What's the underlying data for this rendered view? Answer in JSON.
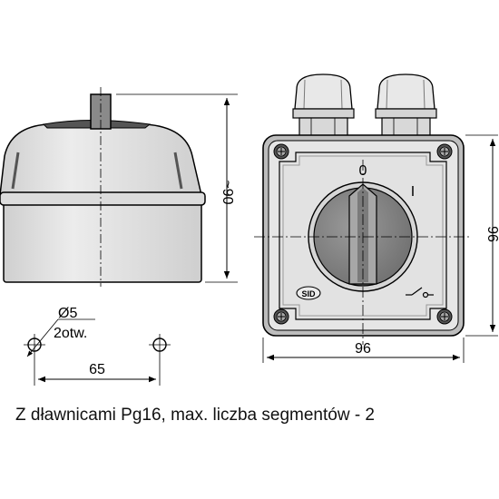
{
  "labels": {
    "height_dim": "~90",
    "hole_diameter": "Ø5",
    "hole_count": "2otw.",
    "hole_spacing": "65",
    "width_dim": "96",
    "depth_dim": "96",
    "switch_pos_off": "0",
    "switch_pos_on": "I",
    "brand_badge": "SID"
  },
  "caption": "Z dławnicami Pg16, max. liczba segmentów - 2",
  "colors": {
    "housing_fill": "#e6e6e6",
    "housing_shadow": "#bdbdbd",
    "knob_dark": "#8a8a8a",
    "outline": "#000000"
  }
}
